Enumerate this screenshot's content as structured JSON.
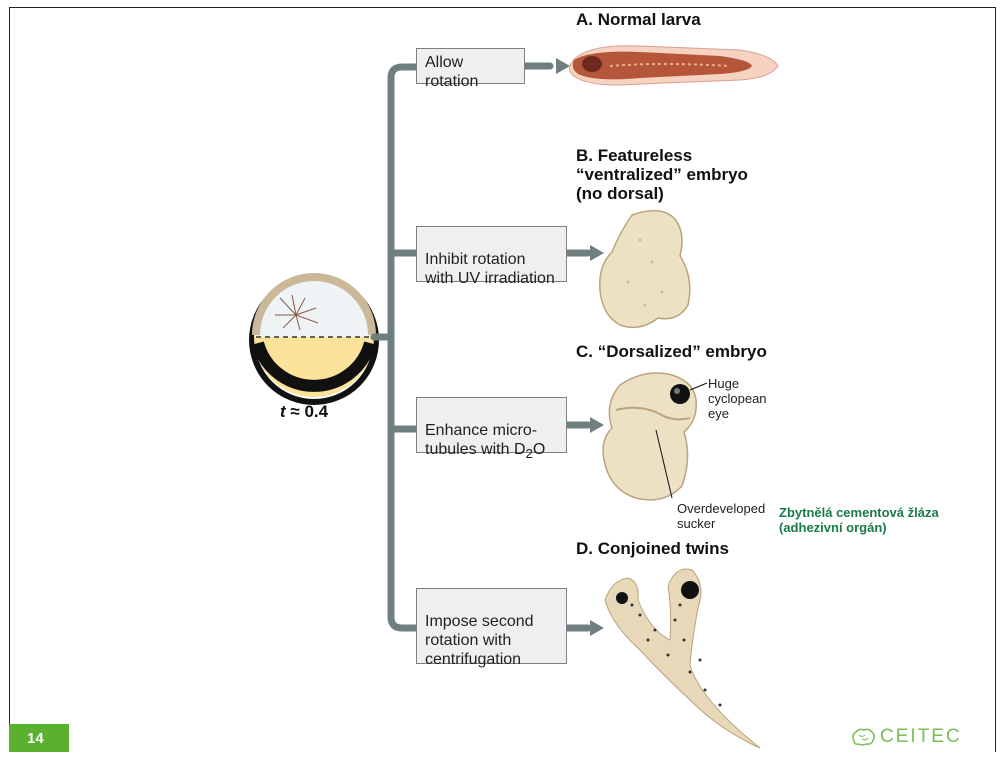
{
  "panels": {
    "a_title": "A. Normal larva",
    "b_title": "B. Featureless\n“ventralized” embryo\n(no dorsal)",
    "c_title": "C. “Dorsalized” embryo",
    "d_title": "D. Conjoined twins"
  },
  "boxes": {
    "allow": "Allow rotation",
    "inhibit": "Inhibit rotation\nwith UV irradiation",
    "enhance_prefix": "Enhance micro-\ntubules with D",
    "enhance_sub": "2",
    "enhance_suffix": "O",
    "impose": "Impose second\nrotation with\ncentrifugation"
  },
  "caption": {
    "var": "t",
    "rest": " ≈ 0.4"
  },
  "labels": {
    "eye": "Huge\ncyclopean\neye",
    "sucker": "Overdeveloped\nsucker"
  },
  "note": "Zbytnělá cementová žláza\n(adhezivní orgán)",
  "footer": {
    "page": "14",
    "logo_text": "CEITEC"
  },
  "colors": {
    "connector": "#6f7f7f",
    "yolk": "#fbe39a",
    "accent_green": "#5ab02f",
    "note_green": "#1a7a4a"
  }
}
